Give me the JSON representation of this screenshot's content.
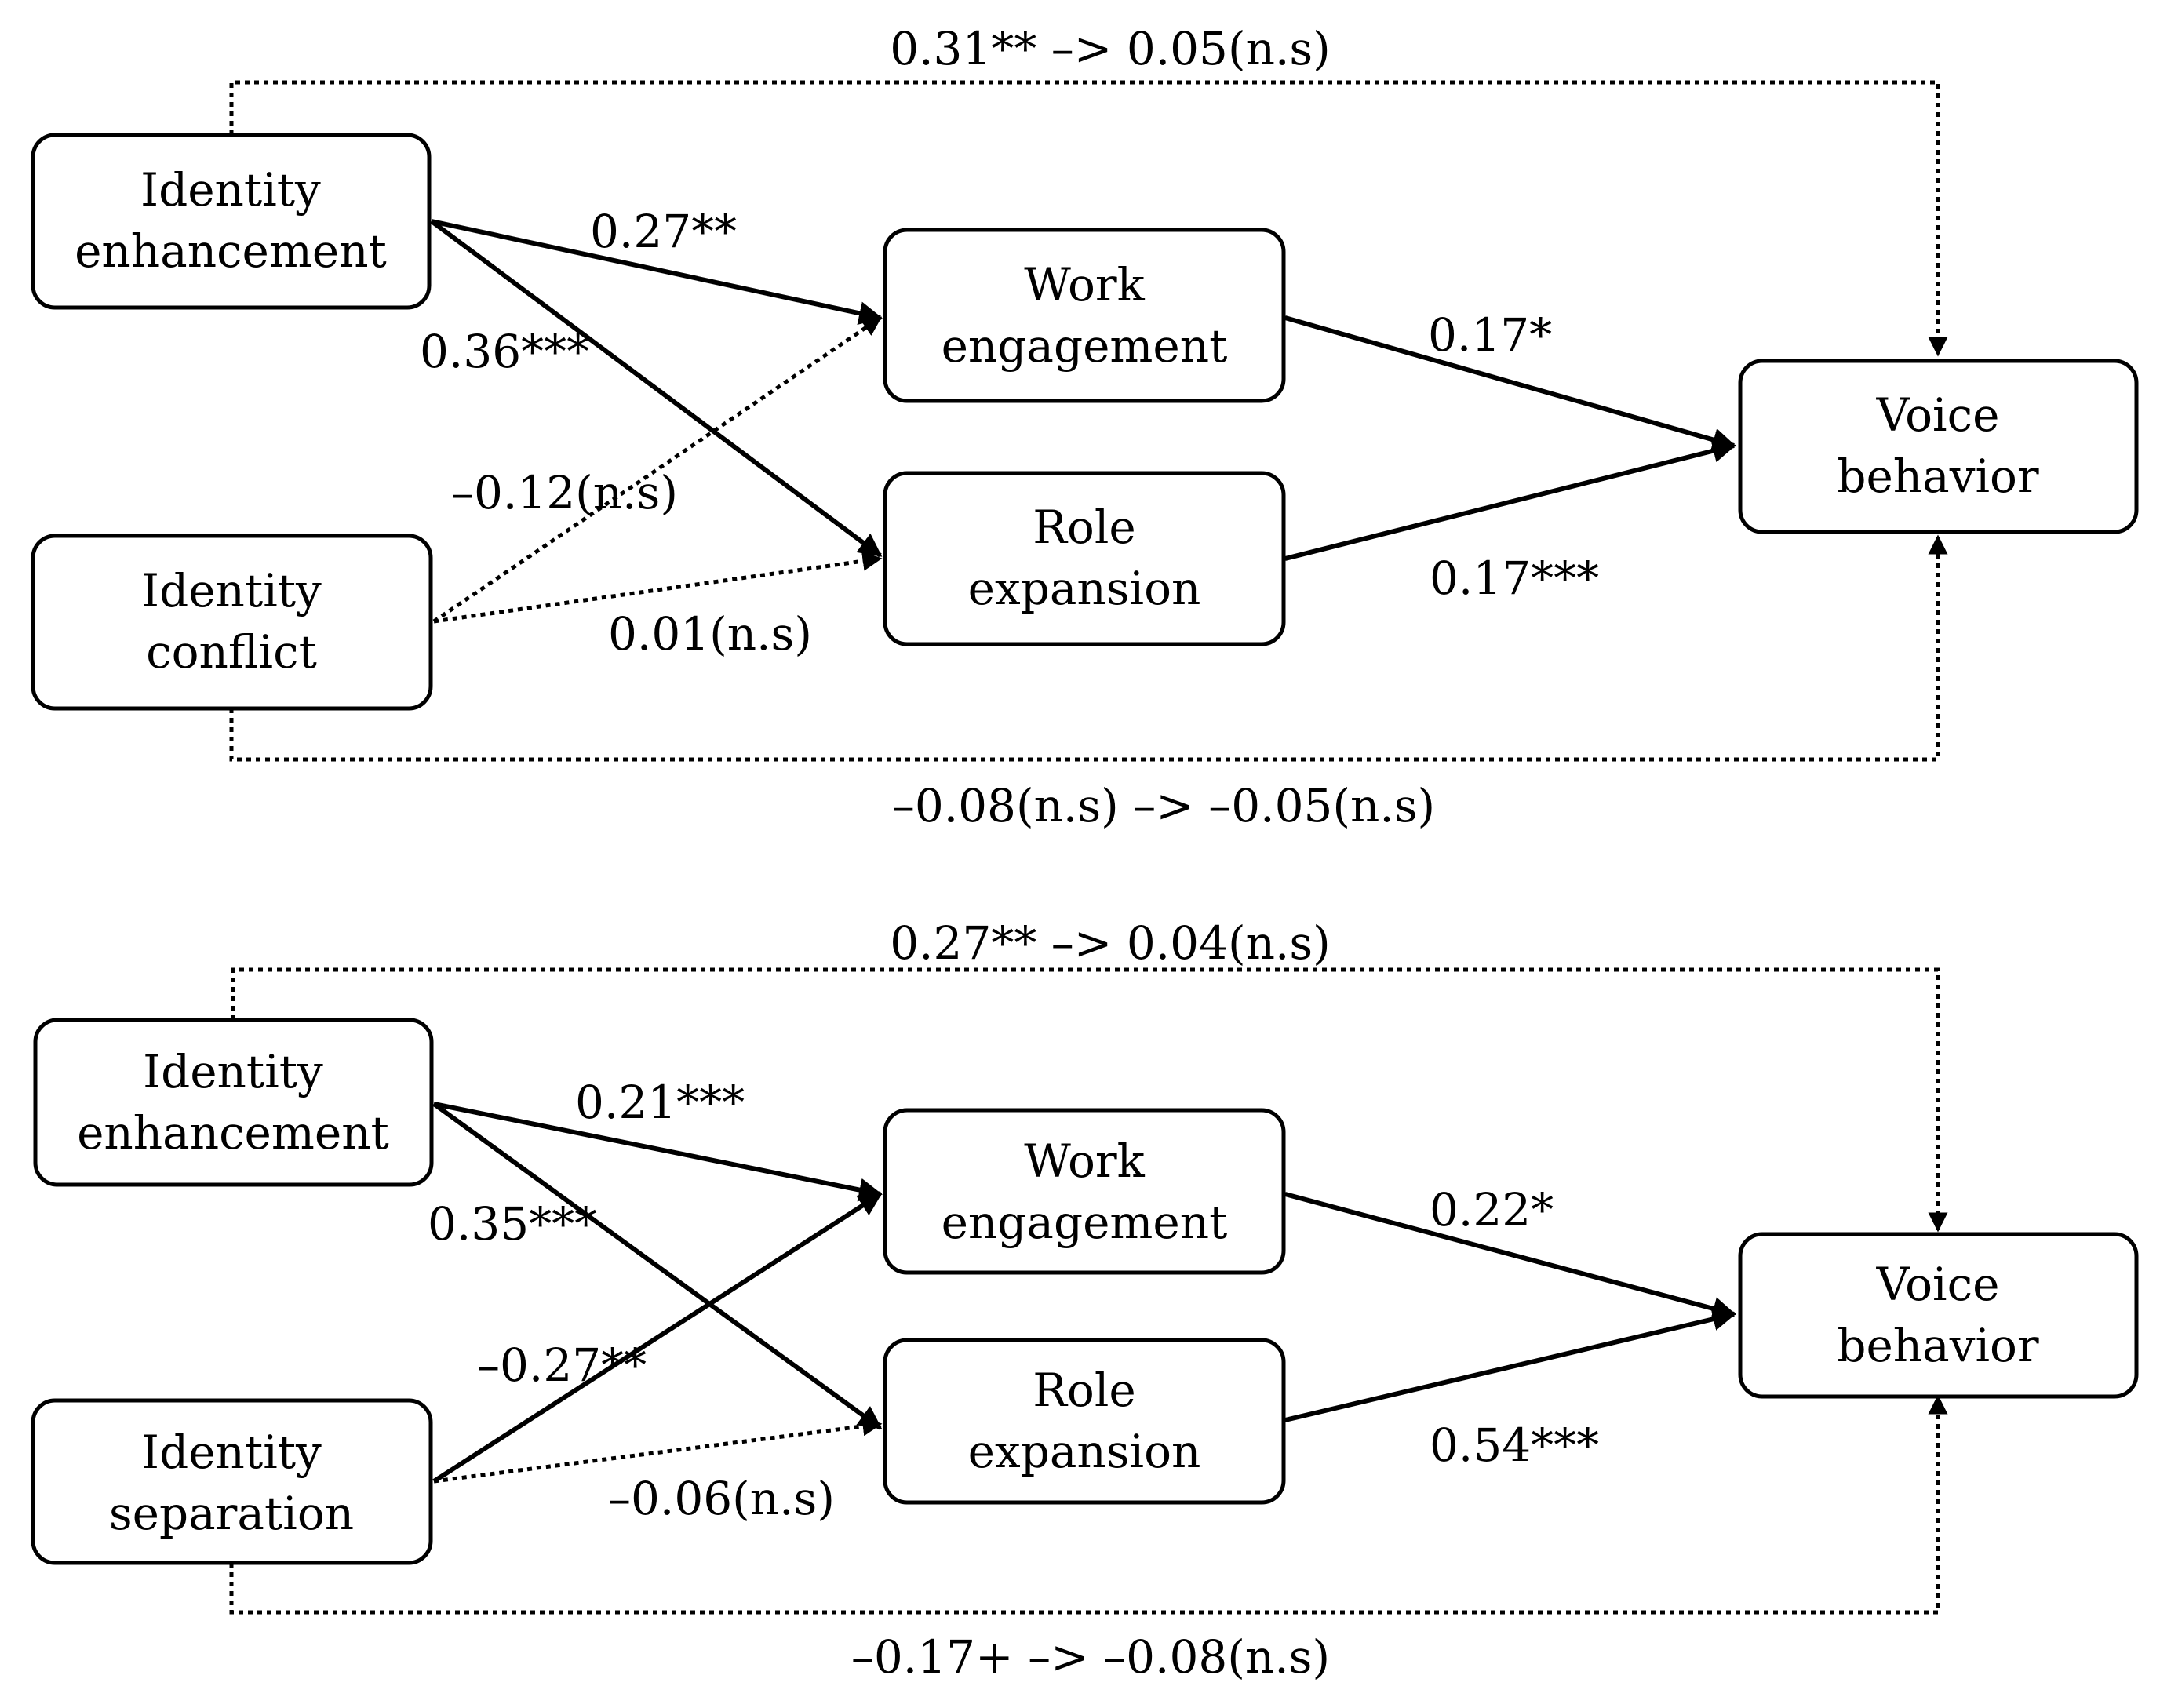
{
  "panels": [
    {
      "boxes": {
        "x1": [
          "Identity",
          "enhancement"
        ],
        "x2": [
          "Identity",
          "conflict"
        ],
        "m1": [
          "Work",
          "engagement"
        ],
        "m2": [
          "Role",
          "expansion"
        ],
        "y": [
          "Voice",
          "behavior"
        ]
      },
      "coefficients": {
        "top_direct": "0.31** –> 0.05(n.s)",
        "x1_m1": "0.27**",
        "x1_m2": "0.36***",
        "x2_m1": "–0.12(n.s)",
        "x2_m2": "0.01(n.s)",
        "m1_y": "0.17*",
        "m2_y": "0.17***",
        "bottom_direct": "–0.08(n.s) –> –0.05(n.s)"
      }
    },
    {
      "boxes": {
        "x1": [
          "Identity",
          "enhancement"
        ],
        "x2": [
          "Identity",
          "separation"
        ],
        "m1": [
          "Work",
          "engagement"
        ],
        "m2": [
          "Role",
          "expansion"
        ],
        "y": [
          "Voice",
          "behavior"
        ]
      },
      "coefficients": {
        "top_direct": "0.27** –> 0.04(n.s)",
        "x1_m1": "0.21***",
        "x1_m2": "0.35***",
        "x2_m1": "–0.27**",
        "x2_m2": "–0.06(n.s)",
        "m1_y": "0.22*",
        "m2_y": "0.54***",
        "bottom_direct": "–0.17+ –> –0.08(n.s)"
      }
    }
  ]
}
